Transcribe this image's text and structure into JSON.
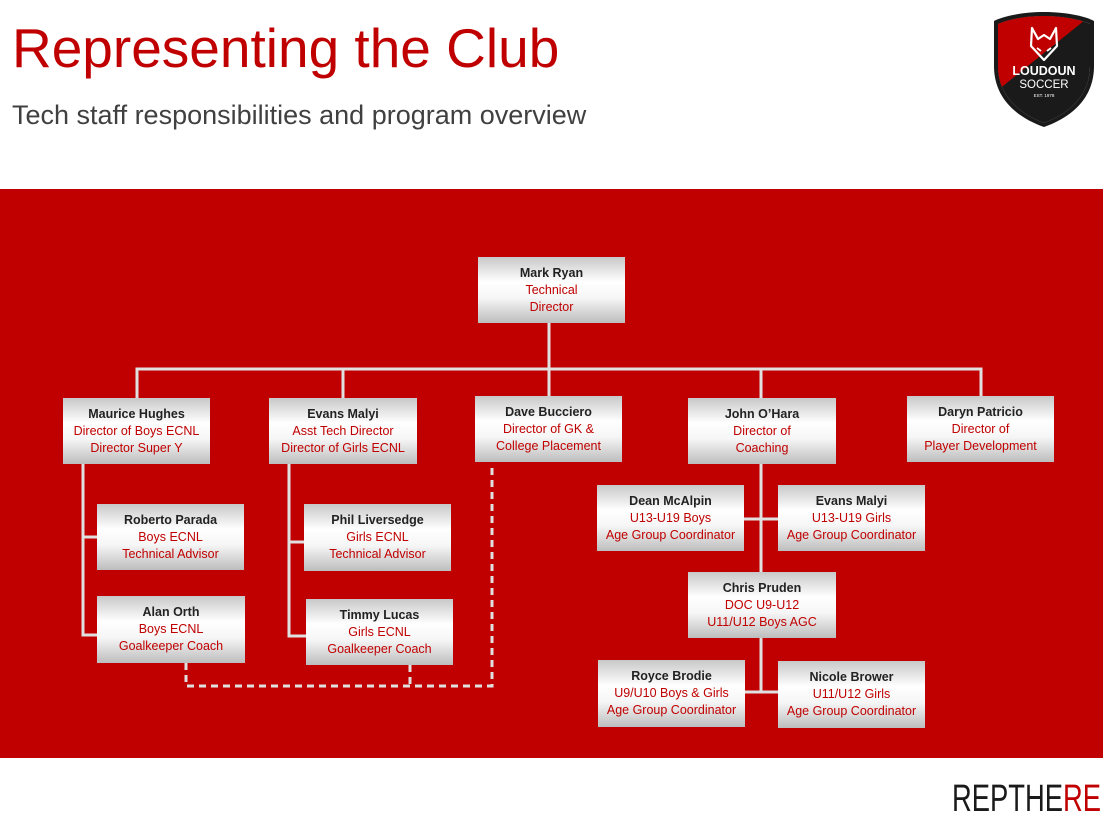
{
  "header": {
    "title": "Representing the Club",
    "subtitle": "Tech staff responsibilities and program overview"
  },
  "logo": {
    "line1": "LOUDOUN",
    "line2": "SOCCER",
    "line3": "EST. 1978",
    "icon": "fox-head-shield-icon"
  },
  "brand": {
    "part1": "REPTHE",
    "part2": "RED"
  },
  "colors": {
    "brand_red": "#c00000",
    "text_dark": "#222222",
    "connector": "#e0e0e0"
  },
  "org": {
    "nodes": [
      {
        "id": "mark-ryan",
        "name": "Mark Ryan",
        "lines": [
          "Technical",
          "Director"
        ]
      },
      {
        "id": "maurice-hughes",
        "name": "Maurice Hughes",
        "lines": [
          "Director of Boys ECNL",
          "Director Super Y"
        ]
      },
      {
        "id": "evans-malyi-asst",
        "name": "Evans Malyi",
        "lines": [
          "Asst Tech Director",
          "Director of Girls ECNL"
        ]
      },
      {
        "id": "dave-bucciero",
        "name": "Dave Bucciero",
        "lines": [
          "Director of GK &",
          "College Placement"
        ]
      },
      {
        "id": "john-ohara",
        "name": "John O’Hara",
        "lines": [
          "Director of",
          "Coaching"
        ]
      },
      {
        "id": "daryn-patricio",
        "name": "Daryn Patricio",
        "lines": [
          "Director of",
          "Player Development"
        ]
      },
      {
        "id": "roberto-parada",
        "name": "Roberto Parada",
        "lines": [
          "Boys ECNL",
          "Technical Advisor"
        ]
      },
      {
        "id": "alan-orth",
        "name": "Alan Orth",
        "lines": [
          "Boys ECNL",
          "Goalkeeper Coach"
        ]
      },
      {
        "id": "phil-liversedge",
        "name": "Phil Liversedge",
        "lines": [
          "Girls ECNL",
          "Technical Advisor"
        ]
      },
      {
        "id": "timmy-lucas",
        "name": "Timmy Lucas",
        "lines": [
          "Girls ECNL",
          "Goalkeeper Coach"
        ]
      },
      {
        "id": "dean-mcalpin",
        "name": "Dean McAlpin",
        "lines": [
          "U13-U19 Boys",
          "Age Group Coordinator"
        ]
      },
      {
        "id": "evans-malyi-agc",
        "name": "Evans Malyi",
        "lines": [
          "U13-U19 Girls",
          "Age Group Coordinator"
        ]
      },
      {
        "id": "chris-pruden",
        "name": "Chris Pruden",
        "lines": [
          "DOC U9-U12",
          "U11/U12 Boys AGC"
        ]
      },
      {
        "id": "royce-brodie",
        "name": "Royce Brodie",
        "lines": [
          "U9/U10 Boys & Girls",
          "Age Group Coordinator"
        ]
      },
      {
        "id": "nicole-brower",
        "name": "Nicole Brower",
        "lines": [
          "U11/U12 Girls",
          "Age Group Coordinator"
        ]
      }
    ]
  }
}
